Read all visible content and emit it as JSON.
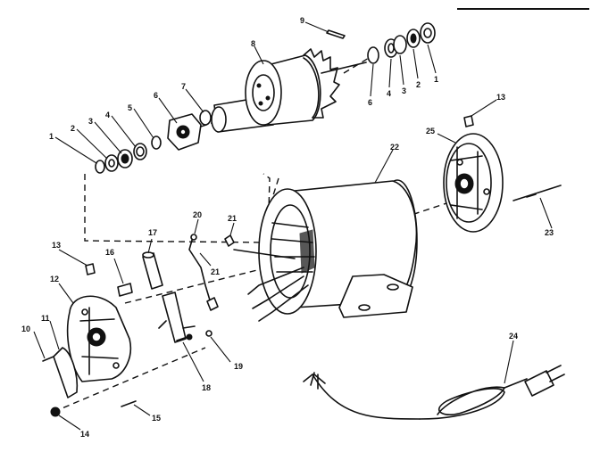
{
  "diagram": {
    "callouts": {
      "c1": "1",
      "c2": "2",
      "c3": "3",
      "c4": "4",
      "c5": "5",
      "c6": "6",
      "c7": "7",
      "c8": "8",
      "c9": "9",
      "c1r": "1",
      "c2r": "2",
      "c3r": "3",
      "c4r": "4",
      "c6r": "6",
      "c10": "10",
      "c11": "11",
      "c12": "12",
      "c13": "13",
      "c13r": "13",
      "c14": "14",
      "c15": "15",
      "c16": "16",
      "c17": "17",
      "c18": "18",
      "c19": "19",
      "c20": "20",
      "c21a": "21",
      "c21b": "21",
      "c22": "22",
      "c23": "23",
      "c24": "24",
      "c25": "25"
    }
  }
}
